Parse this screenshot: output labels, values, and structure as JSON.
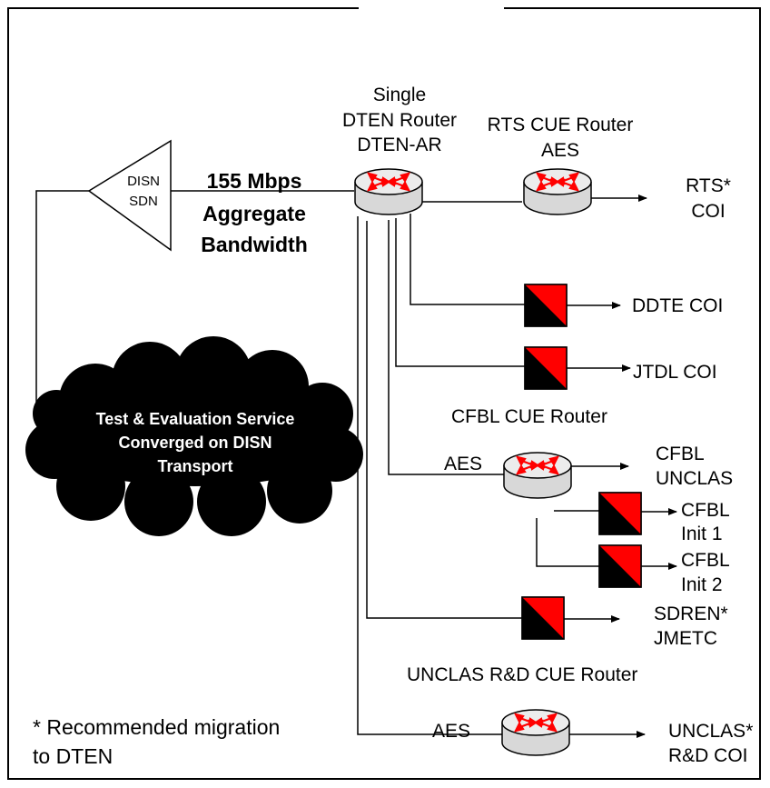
{
  "network": {
    "disn_sdn": [
      "DISN",
      "SDN"
    ],
    "link_label": [
      "155 Mbps",
      "Aggregate",
      "Bandwidth"
    ],
    "cloud_label": [
      "Test & Evaluation Service",
      "Converged on DISN",
      "Transport"
    ],
    "dten_router_label": [
      "Single",
      "DTEN Router",
      "DTEN-AR"
    ],
    "rts_router_label": [
      "RTS CUE Router",
      "AES"
    ],
    "rts_coi": [
      "RTS*",
      "COI"
    ],
    "ddte_coi": "DDTE COI",
    "jtdl_coi": "JTDL COI",
    "cfbl_router_label": "CFBL CUE Router",
    "cfbl_aes": "AES",
    "cfbl_unclas": [
      "CFBL",
      "UNCLAS"
    ],
    "cfbl_init1": [
      "CFBL",
      "Init 1"
    ],
    "cfbl_init2": [
      "CFBL",
      "Init 2"
    ],
    "sdren": [
      "SDREN*",
      "JMETC"
    ],
    "unclas_router_label": "UNCLAS R&D CUE Router",
    "unclas_aes": "AES",
    "unclas_coi": [
      "UNCLAS*",
      "R&D COI"
    ],
    "footnote": [
      "*  Recommended migration",
      "to DTEN"
    ]
  },
  "colors": {
    "encryptor_red": "#ff0000",
    "cloud": "#000000",
    "router_arrow": "#ff0000"
  }
}
